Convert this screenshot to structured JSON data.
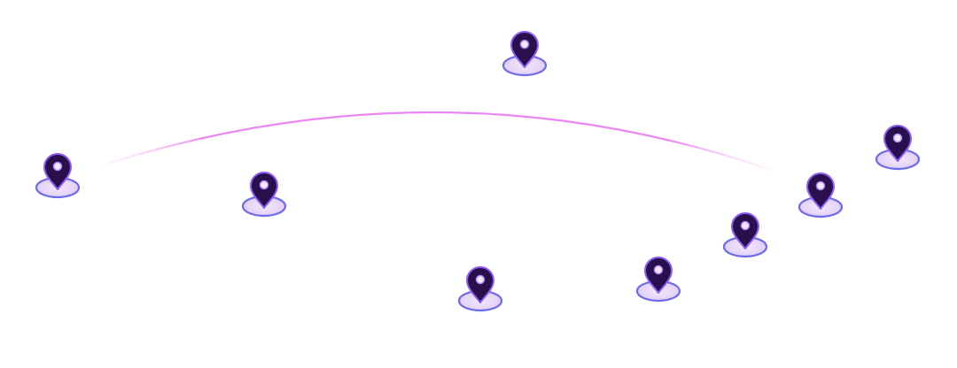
{
  "colors": {
    "background": "#ffffff",
    "route": "#e879f0",
    "route_fade": "#f5d0fa",
    "pin_body": "#2a0f4d",
    "pin_stroke": "#8b5cf6",
    "pin_dot": "#f3e8ff",
    "pin_dot_ring": "#a78bfa",
    "shadow_fill": "#eadcf7",
    "shadow_stroke": "#6d6ce8"
  },
  "markers": [
    {
      "id": "marker-1",
      "icon": "map-pin-icon"
    },
    {
      "id": "marker-2",
      "icon": "map-pin-icon"
    },
    {
      "id": "marker-3",
      "icon": "map-pin-icon"
    },
    {
      "id": "marker-4",
      "icon": "map-pin-icon"
    },
    {
      "id": "marker-5",
      "icon": "map-pin-icon"
    },
    {
      "id": "marker-6",
      "icon": "map-pin-icon"
    },
    {
      "id": "marker-7",
      "icon": "map-pin-icon"
    },
    {
      "id": "marker-8",
      "icon": "map-pin-icon"
    },
    {
      "id": "marker-9",
      "icon": "map-pin-icon"
    }
  ],
  "route": {
    "icon": "route-arc"
  }
}
